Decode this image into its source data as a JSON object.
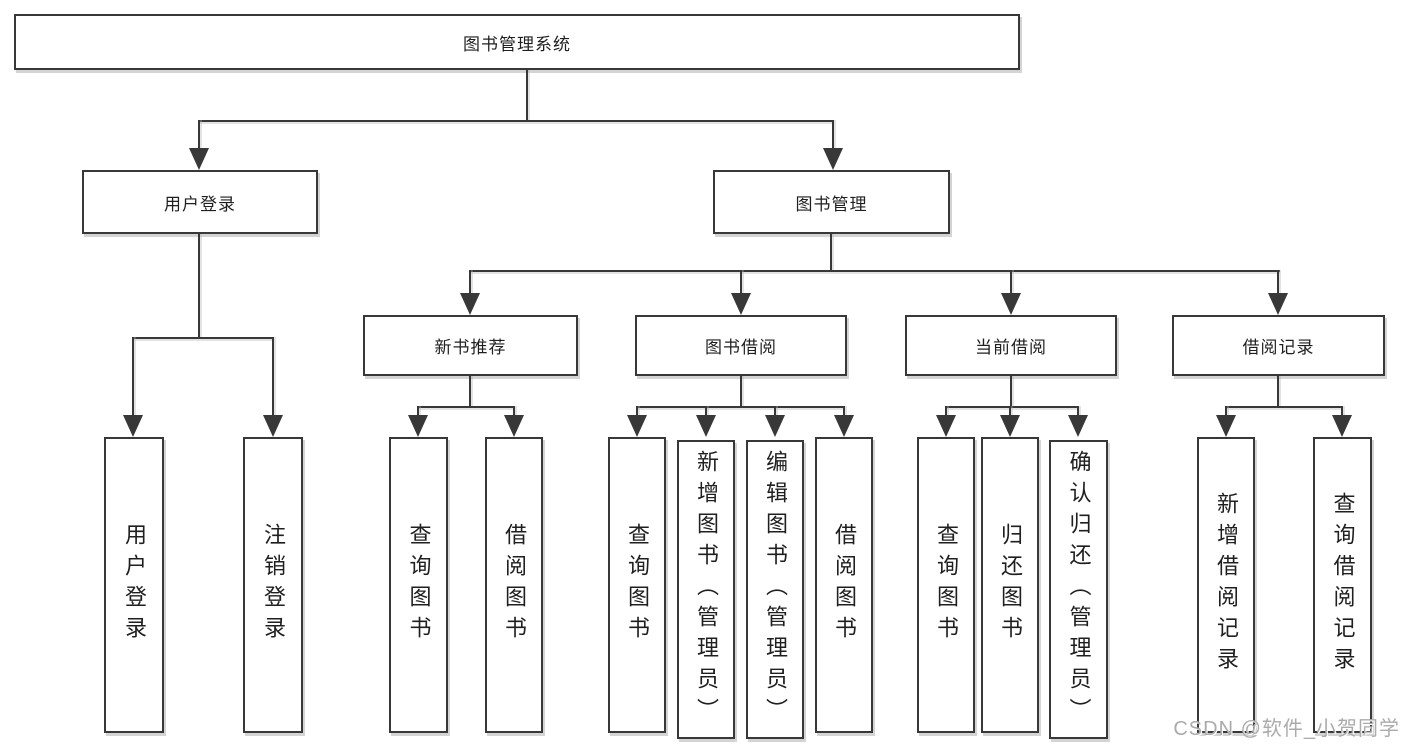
{
  "diagram": {
    "type": "hierarchy-flowchart",
    "root": {
      "label": "图书管理系统"
    },
    "branches": [
      {
        "label": "用户登录",
        "children": [
          {
            "label": "用户登录"
          },
          {
            "label": "注销登录"
          }
        ]
      },
      {
        "label": "图书管理",
        "sections": [
          {
            "label": "新书推荐",
            "children": [
              {
                "label": "查询图书"
              },
              {
                "label": "借阅图书"
              }
            ]
          },
          {
            "label": "图书借阅",
            "children": [
              {
                "label": "查询图书"
              },
              {
                "label": "新增图书（管理员）"
              },
              {
                "label": "编辑图书（管理员）"
              },
              {
                "label": "借阅图书"
              }
            ]
          },
          {
            "label": "当前借阅",
            "children": [
              {
                "label": "查询图书"
              },
              {
                "label": "归还图书"
              },
              {
                "label": "确认归还（管理员）"
              }
            ]
          },
          {
            "label": "借阅记录",
            "children": [
              {
                "label": "新增借阅记录"
              },
              {
                "label": "查询借阅记录"
              }
            ]
          }
        ]
      }
    ]
  },
  "watermark": {
    "text": "CSDN @软件_小贺同学"
  },
  "colors": {
    "line": "#383838",
    "box_border": "#383838",
    "text": "#1f1f1f",
    "watermark": "#ababab",
    "background": "#ffffff"
  }
}
